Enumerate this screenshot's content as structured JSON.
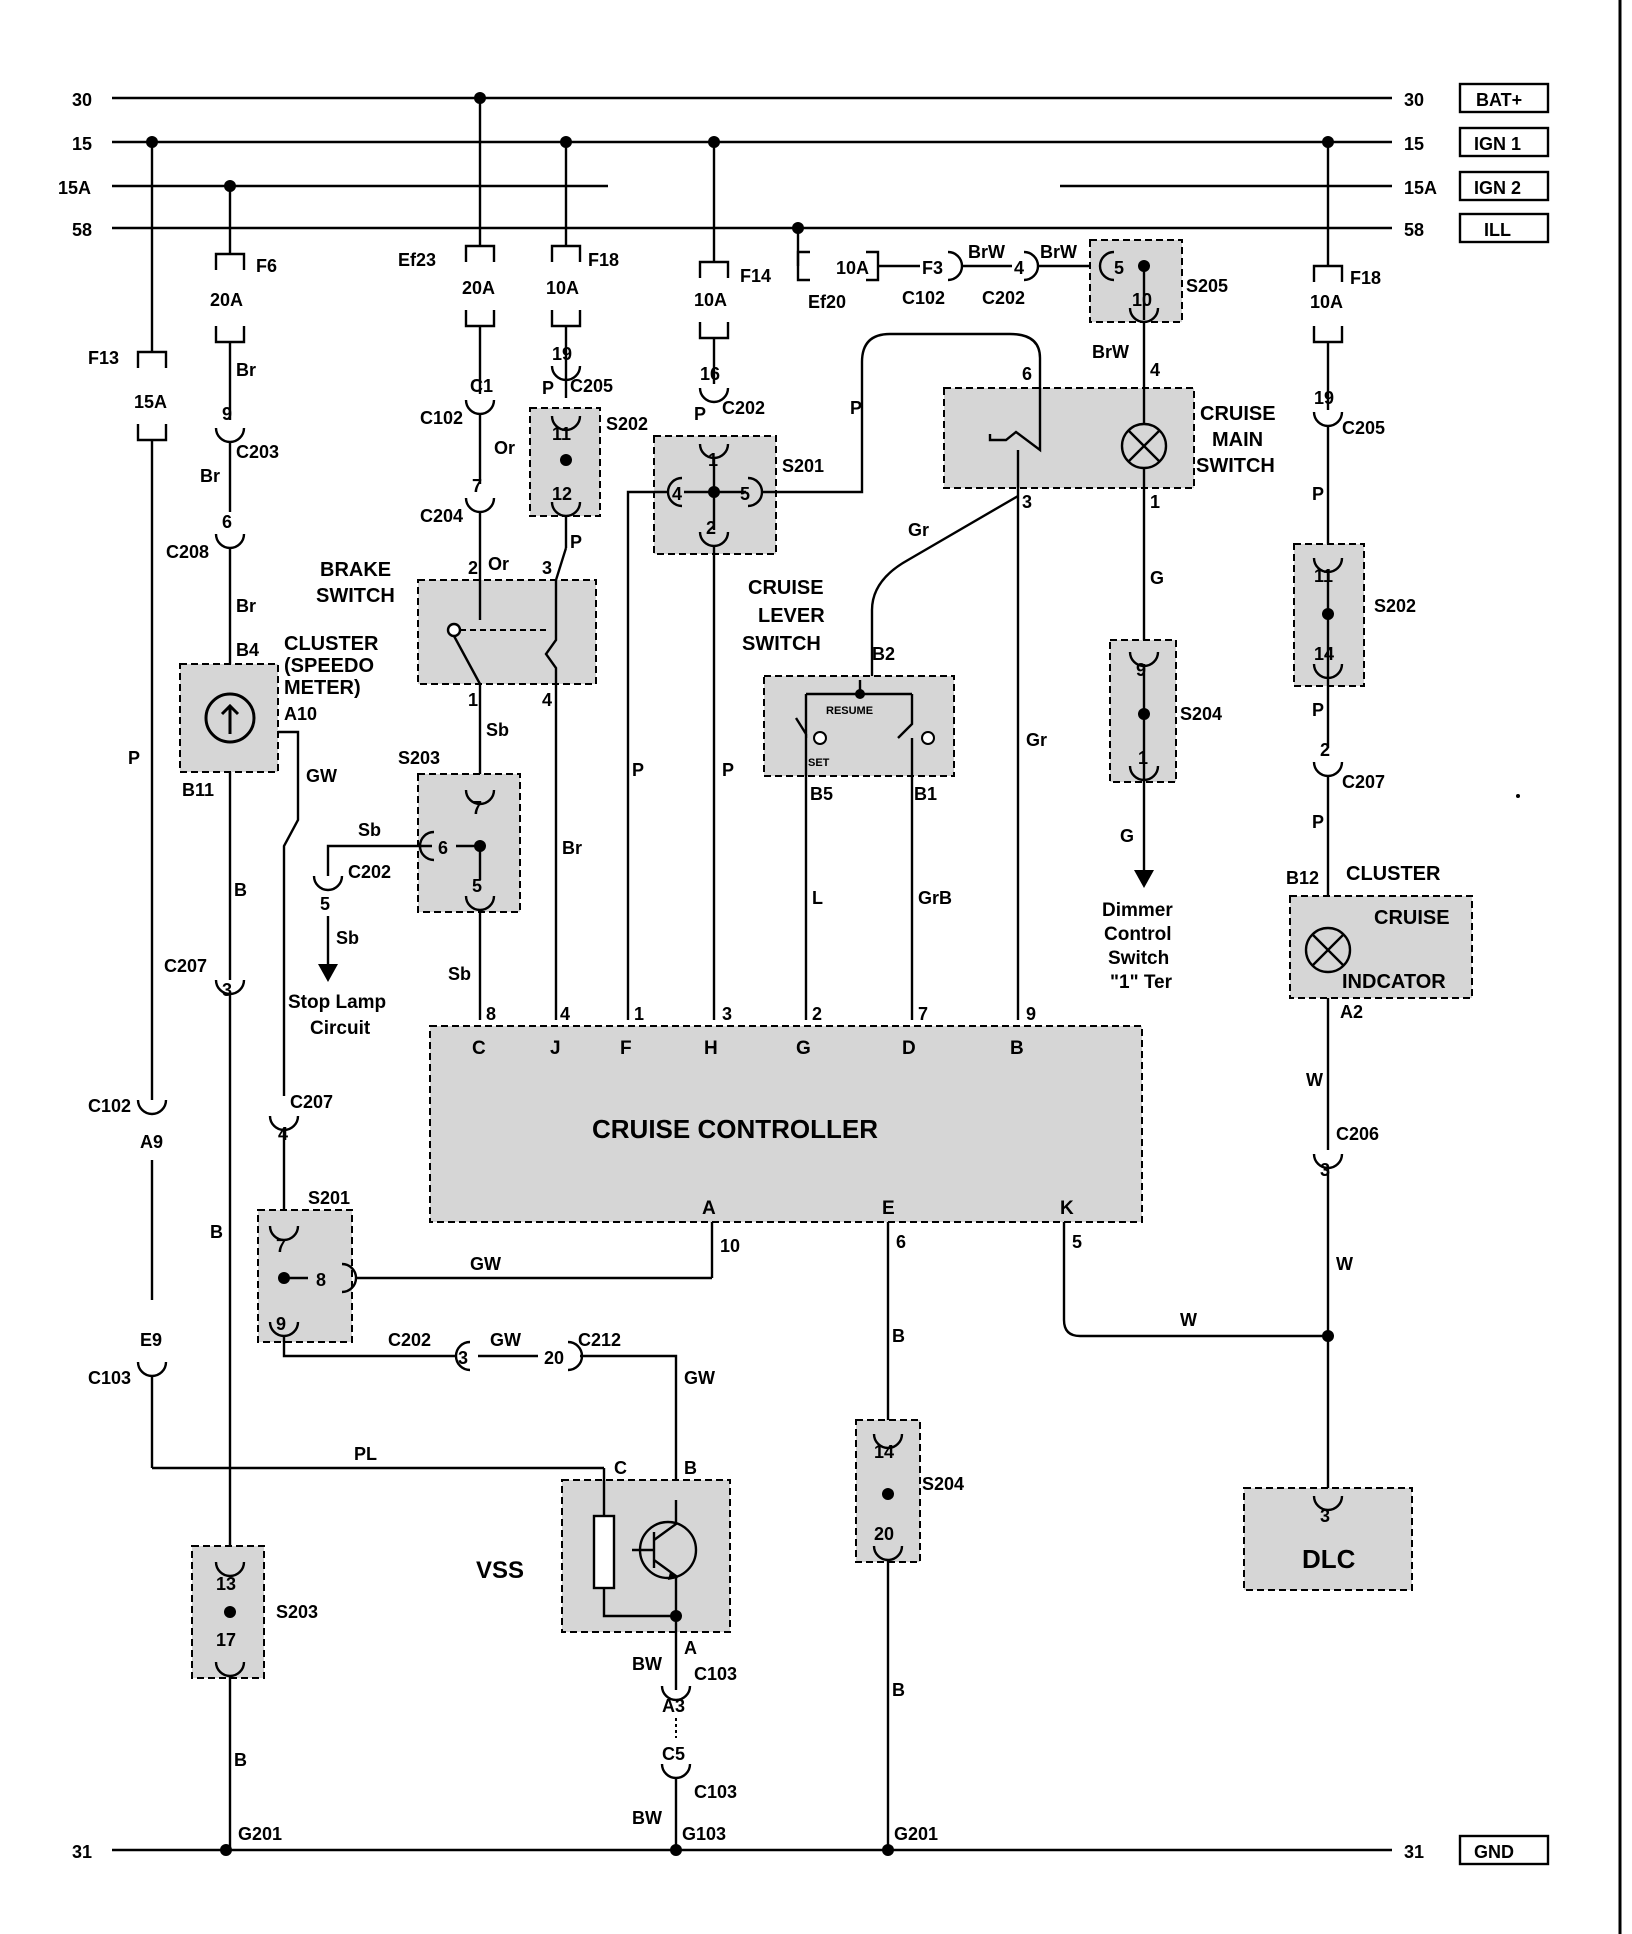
{
  "bus": {
    "l30": "30",
    "r30": "30",
    "tag30": "BAT+",
    "l15": "15",
    "r15": "15",
    "tag15": "IGN 1",
    "l15a": "15A",
    "r15a": "15A",
    "tag15a": "IGN 2",
    "l58": "58",
    "r58": "58",
    "tag58": "ILL",
    "l31": "31",
    "r31": "31",
    "tag31": "GND"
  },
  "fuses": {
    "f6": "F6",
    "f6_rating": "20A",
    "f13": "F13",
    "f13_rating": "15A",
    "ef23": "Ef23",
    "ef23_rating": "20A",
    "f18a": "F18",
    "f18a_rating": "10A",
    "f14": "F14",
    "f14_rating": "10A",
    "ef20": "Ef20",
    "ef20_rating": "10A",
    "f3": "F3",
    "f18b": "F18",
    "f18b_rating": "10A"
  },
  "components": {
    "brake_switch": "BRAKE\nSWITCH",
    "cluster_speedo": "CLUSTER\n(SPEEDO\nMETER)",
    "cruise_lever_switch": "CRUISE\nLEVER\nSWITCH",
    "resume": "RESUME",
    "set": "SET",
    "cruise_main_switch": "CRUISE\nMAIN\nSWITCH",
    "cruise_controller": "CRUISE CONTROLLER",
    "cluster": "CLUSTER",
    "cruise_indicator": "CRUISE\nINDCATOR",
    "vss": "VSS",
    "dlc": "DLC",
    "stop_lamp": "Stop Lamp\nCircuit",
    "dimmer": "Dimmer\nControl\nSwitch\n\"1\" Ter"
  },
  "connectors": {
    "c102": "C102",
    "c103": "C103",
    "c202": "C202",
    "c203": "C203",
    "c204": "C204",
    "c205": "C205",
    "c206": "C206",
    "c207": "C207",
    "c208": "C208",
    "c212": "C212",
    "s201": "S201",
    "s202": "S202",
    "s203": "S203",
    "s204": "S204",
    "s205": "S205",
    "g201": "G201",
    "g103": "G103"
  },
  "pins": {
    "n1": "1",
    "n2": "2",
    "n3": "3",
    "n4": "4",
    "n5": "5",
    "n6": "6",
    "n7": "7",
    "n8": "8",
    "n9": "9",
    "n10": "10",
    "n11": "11",
    "n12": "12",
    "n13": "13",
    "n14": "14",
    "n16": "16",
    "n17": "17",
    "n19": "19",
    "n20": "20",
    "a9": "A9",
    "e9": "E9",
    "a3": "A3",
    "c5": "C5",
    "c1": "C1",
    "b4": "B4",
    "a10": "A10",
    "b11": "B11",
    "b2": "B2",
    "b5": "B5",
    "b1": "B1",
    "b12": "B12",
    "a2": "A2",
    "pC": "C",
    "pJ": "J",
    "pF": "F",
    "pH": "H",
    "pG": "G",
    "pD": "D",
    "pB": "B",
    "pA": "A",
    "pE": "E",
    "pK": "K"
  },
  "wires": {
    "br": "Br",
    "p": "P",
    "or": "Or",
    "sb": "Sb",
    "gw": "GW",
    "b": "B",
    "pl": "PL",
    "bw": "BW",
    "w": "W",
    "g": "G",
    "gr": "Gr",
    "l": "L",
    "grb": "GrB",
    "brw": "BrW"
  }
}
